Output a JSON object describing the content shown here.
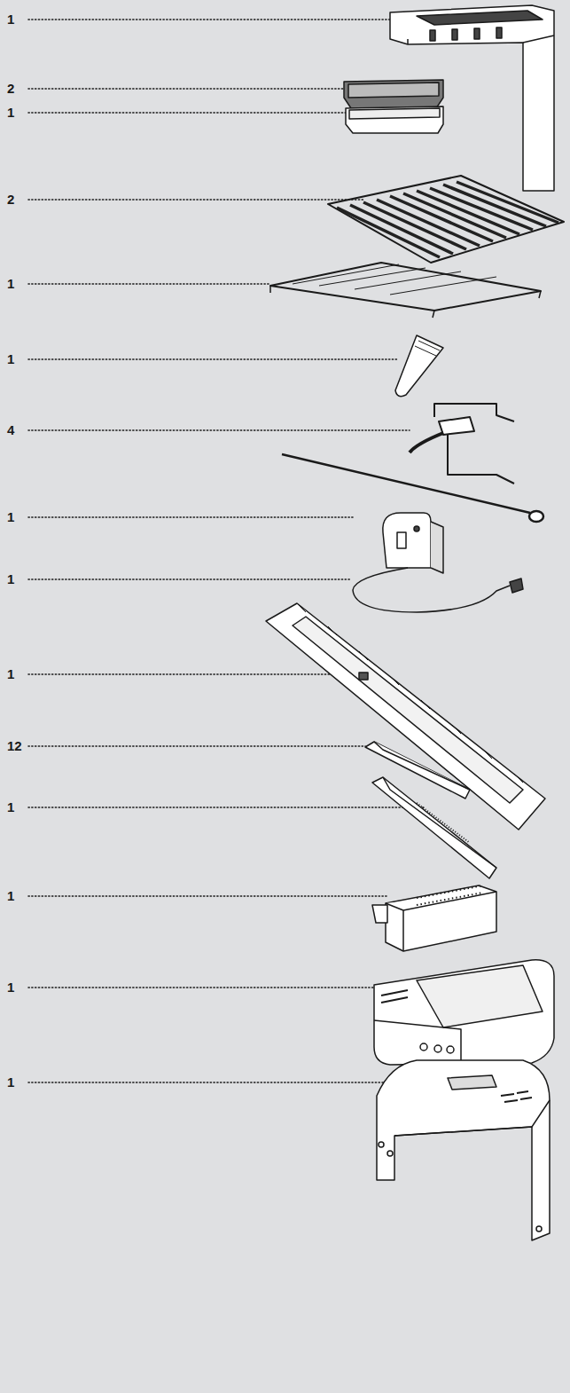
{
  "diagram": {
    "labels": [
      "1",
      "2",
      "1",
      "2",
      "1",
      "1",
      "4",
      "1",
      "1",
      "1",
      "12",
      "1",
      "1",
      "1",
      "1"
    ]
  }
}
